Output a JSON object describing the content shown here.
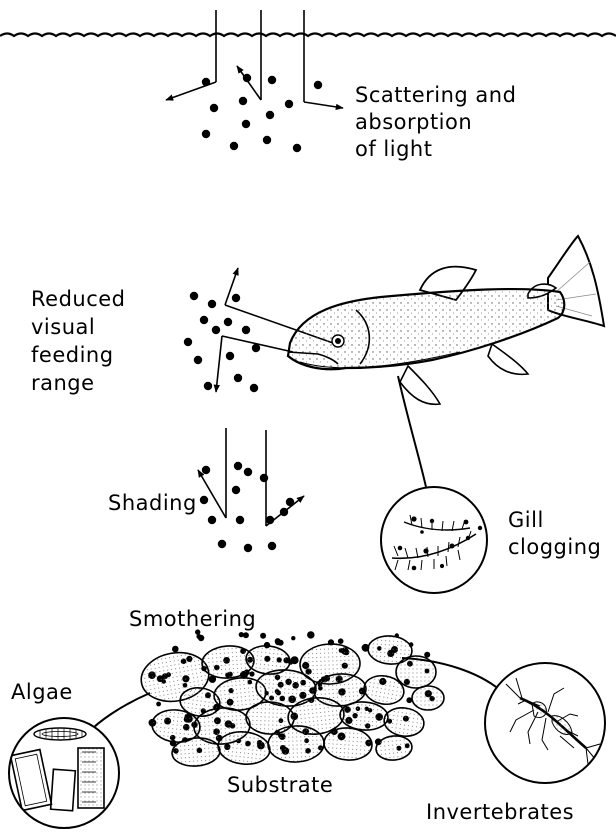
{
  "labels": {
    "scattering": [
      "Scattering and",
      "absorption",
      "of light"
    ],
    "reduced": [
      "Reduced",
      "visual",
      "feeding",
      "range"
    ],
    "shading": "Shading",
    "gill": [
      "Gill",
      "clogging"
    ],
    "smothering": "Smothering",
    "algae": "Algae",
    "substrate": "Substrate",
    "invertebrates": "Invertebrates"
  },
  "colors": {
    "ink": "#000000",
    "background": "#ffffff",
    "stone_fill": "#f2f2f2"
  },
  "icons": [
    "water-surface-icon",
    "fish-icon",
    "gill-zoom-icon",
    "stone-bed-icon",
    "algae-zoom-icon",
    "invertebrate-zoom-icon"
  ]
}
